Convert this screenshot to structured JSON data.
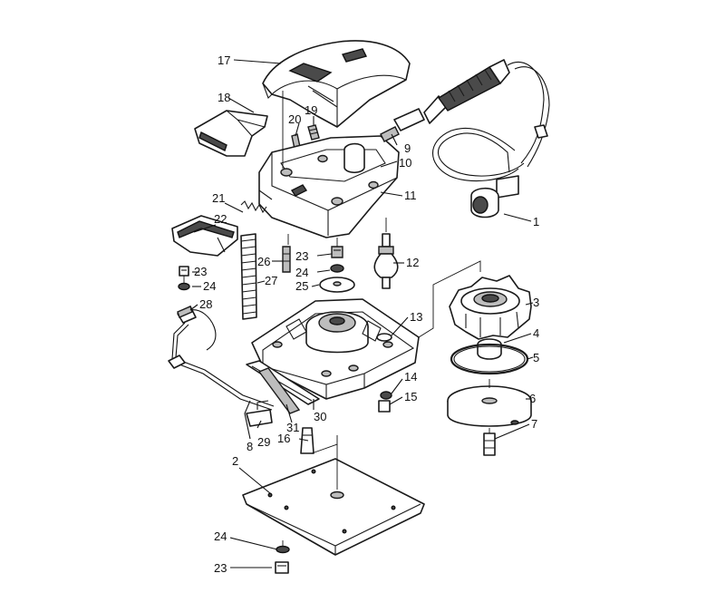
{
  "callouts": {
    "c1": "1",
    "c2": "2",
    "c3": "3",
    "c4": "4",
    "c5": "5",
    "c6": "6",
    "c7": "7",
    "c8": "8",
    "c9": "9",
    "c10": "10",
    "c11": "11",
    "c12": "12",
    "c13": "13",
    "c14": "14",
    "c15": "15",
    "c16": "16",
    "c17": "17",
    "c18": "18",
    "c19": "19",
    "c20": "20",
    "c21": "21",
    "c22": "22",
    "c23a": "23",
    "c23b": "23",
    "c23c": "23",
    "c24a": "24",
    "c24b": "24",
    "c24c": "24",
    "c25": "25",
    "c26": "26",
    "c27": "27",
    "c28": "28",
    "c29": "29",
    "c30": "30",
    "c31": "31"
  }
}
